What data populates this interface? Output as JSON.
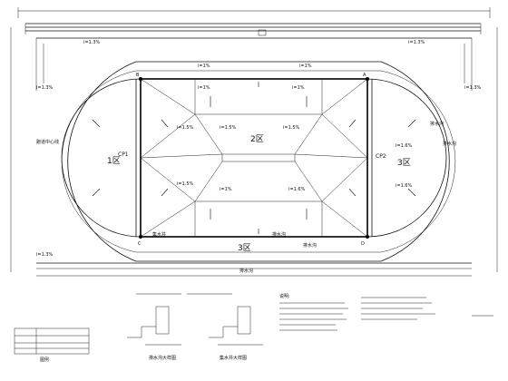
{
  "slopes": {
    "i13": "i=1.3%",
    "i13_left": "i=1.3%",
    "i13_right": "i=1.3%",
    "i15_a": "i=1.5%",
    "i15_b": "i=1.5%",
    "i15_c": "i=1.5%",
    "i15_d": "i=1.5%",
    "i1_top": "i=1%",
    "i1_mid_top": "i=1%",
    "i1_mid_bot": "i=1%",
    "i1_bot_l": "i=1%",
    "i1_bot_r": "i=1%",
    "i16_r1": "i=1.6%",
    "i16_r2": "i=1.6%",
    "i16_l": "i=1.6%",
    "i13_bl": "i=1.3%",
    "i13_br": "i=1.3%"
  },
  "zones": {
    "left_zone": "1区",
    "center_zone": "2区",
    "right_zone": "3区",
    "bottom_zone": "3区",
    "cp1": "CP1",
    "cp2": "CP2"
  },
  "corners": {
    "a": "A",
    "b": "B",
    "c": "C",
    "d": "D"
  },
  "labels": {
    "left_label": "跑道中心线",
    "right_label_top": "排水沟",
    "right_label_mid": "排水沟",
    "bottom_label_1": "集水井",
    "bottom_label_2": "排水沟",
    "bottom_center": "排水沟",
    "bottom_right": "排水沟"
  },
  "notes_title": "说明:",
  "legend_title": "图例",
  "detail_titles": [
    "排水沟大样图",
    "集水井大样图"
  ]
}
